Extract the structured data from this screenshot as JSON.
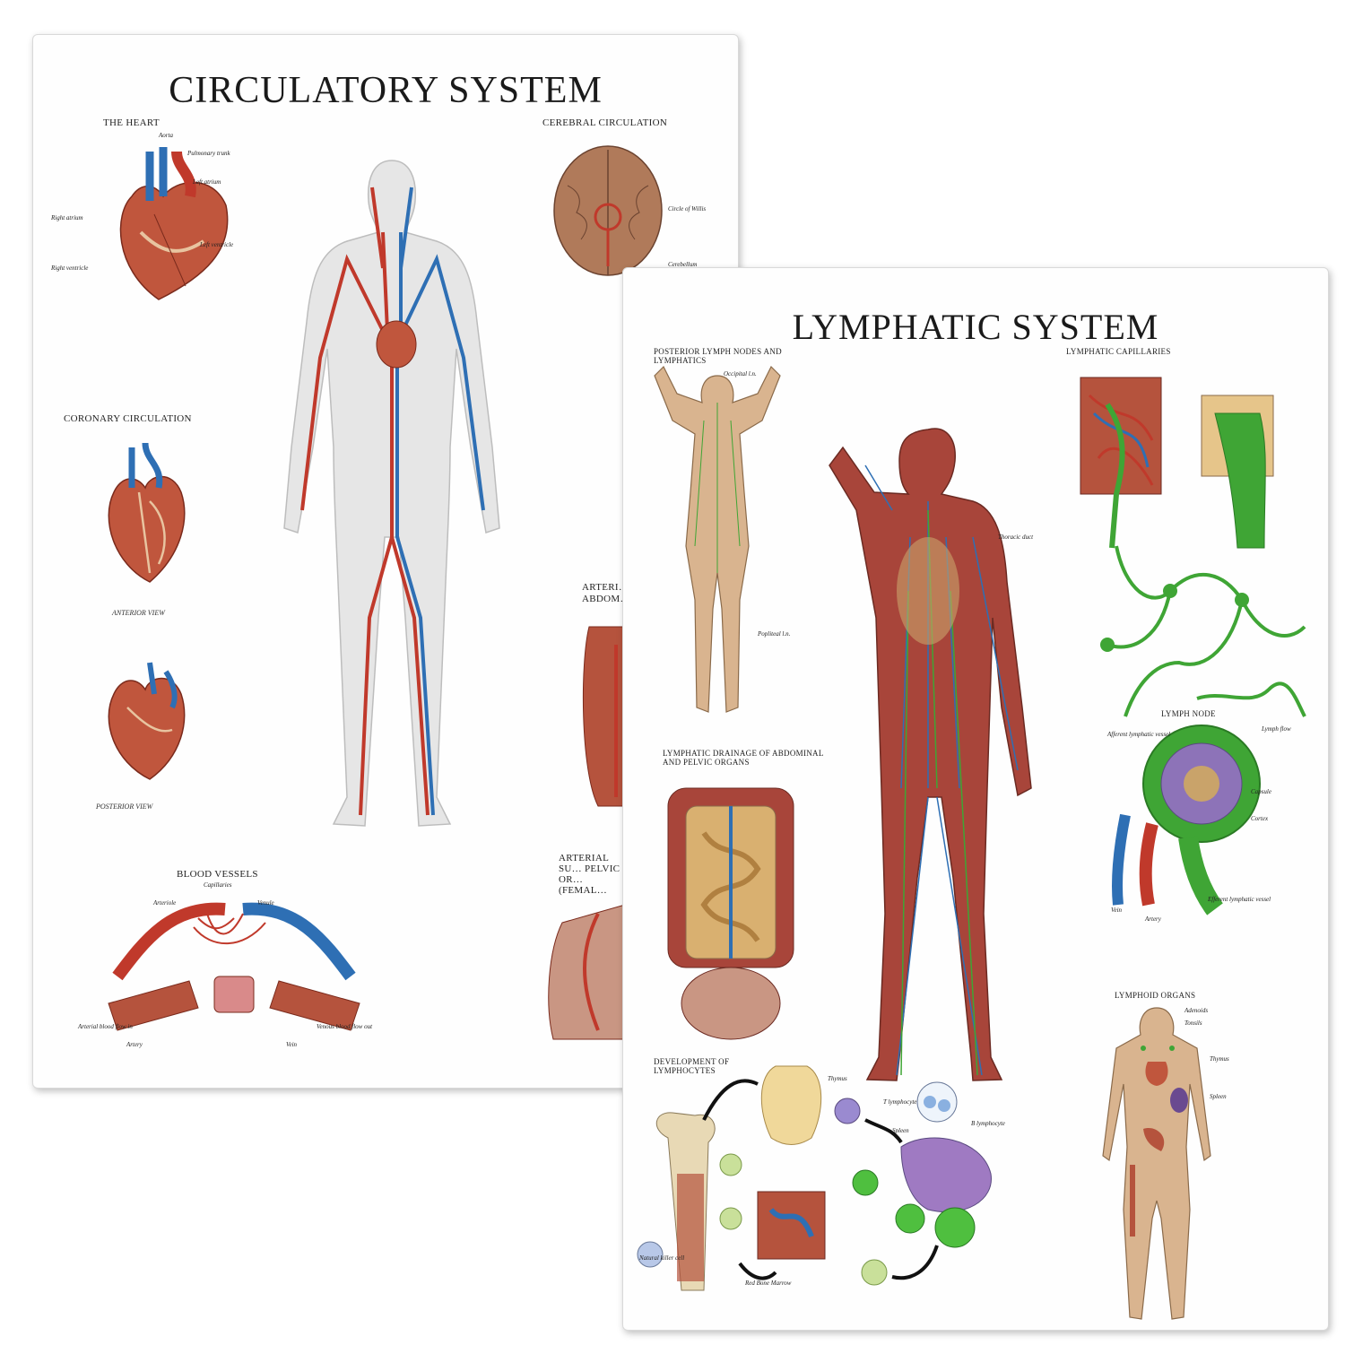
{
  "circulatory": {
    "title": "CIRCULATORY SYSTEM",
    "sections": {
      "heart": "THE HEART",
      "cerebral": "CEREBRAL CIRCULATION",
      "coronary": "CORONARY CIRCULATION",
      "anterior_view": "ANTERIOR VIEW",
      "posterior_view": "POSTERIOR VIEW",
      "blood_vessels": "BLOOD VESSELS",
      "arterial_abdominal": "ARTERI… ABDOM…",
      "arterial_pelvic": "ARTERIAL SU… PELVIC OR… (FEMAL…"
    },
    "labels": {
      "aorta": "Aorta",
      "pulmonary_trunk": "Pulmonary trunk",
      "left_atrium": "Left atrium",
      "left_ventricle": "Left ventricle",
      "right_atrium": "Right atrium",
      "right_ventricle": "Right ventricle",
      "circle_of_willis": "Circle of Willis",
      "cerebellum": "Cerebellum",
      "capillaries": "Capillaries",
      "arteriole": "Arteriole",
      "venule": "Venule",
      "artery": "Artery",
      "vein": "Vein",
      "arterial_flow": "Arterial blood flow in",
      "venous_flow": "Venous blood flow out"
    },
    "colors": {
      "artery": "#c0392b",
      "vein": "#2e6fb4",
      "muscle": "#b5533d"
    }
  },
  "lymphatic": {
    "title": "LYMPHATIC SYSTEM",
    "sections": {
      "posterior": "POSTERIOR LYMPH NODES AND LYMPHATICS",
      "capillaries": "LYMPHATIC CAPILLARIES",
      "drainage": "LYMPHATIC DRAINAGE OF ABDOMINAL AND PELVIC ORGANS",
      "lymph_node": "LYMPH NODE",
      "development": "DEVELOPMENT OF LYMPHOCYTES",
      "organs": "LYMPHOID ORGANS"
    },
    "labels": {
      "thymus": "Thymus",
      "spleen": "Spleen",
      "red_bone_marrow": "Red Bone Marrow",
      "t_lymphocyte": "T lymphocyte",
      "b_lymphocyte": "B lymphocyte",
      "natural_killer": "Natural killer cell",
      "lymph_flow": "Lymph flow",
      "afferent": "Afferent lymphatic vessel",
      "efferent": "Efferent lymphatic vessel",
      "capsule": "Capsule",
      "cortex": "Cortex",
      "artery": "Artery",
      "vein": "Vein",
      "tonsils": "Tonsils",
      "adenoids": "Adenoids",
      "thoracic_duct": "Thoracic duct",
      "popliteal": "Popliteal l.n.",
      "occipital": "Occipital l.n."
    },
    "colors": {
      "lymph": "#3fa535",
      "skin": "#d9b48f",
      "muscle": "#a8453a"
    }
  }
}
